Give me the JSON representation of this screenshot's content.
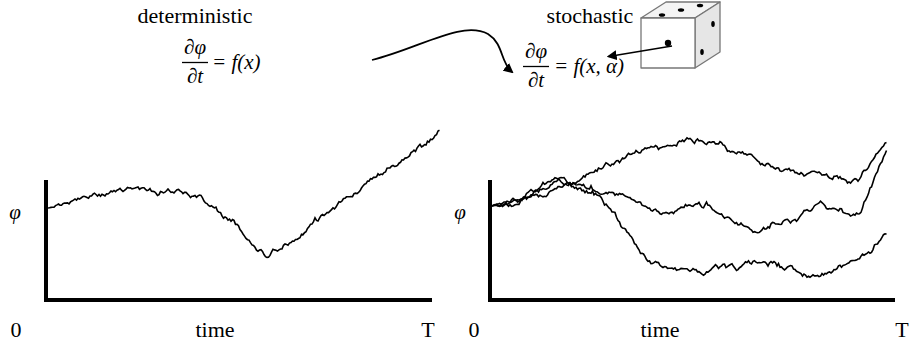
{
  "diagram": {
    "labels": [
      "deterministic",
      "∂φ",
      "∂t",
      "= f(x)",
      "stochastic",
      "∂φ",
      "∂t",
      "= f(x, α)",
      "φ",
      "0",
      "time",
      "T",
      "φ",
      "0",
      "time",
      "T"
    ]
  }
}
